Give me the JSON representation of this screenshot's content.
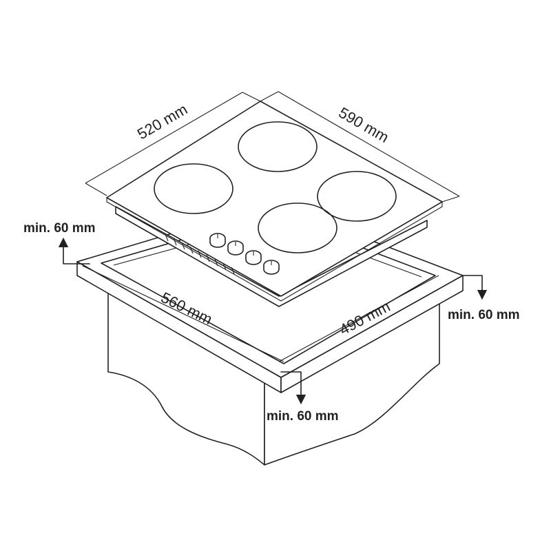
{
  "dimensions": {
    "hob_width": "520 mm",
    "hob_depth": "590 mm",
    "cutout_width": "560 mm",
    "cutout_depth": "490 mm"
  },
  "clearances": {
    "left": "min. 60 mm",
    "right": "min. 60 mm",
    "front": "min. 60 mm"
  },
  "colors": {
    "ink": "#231f20",
    "paper": "#ffffff"
  }
}
